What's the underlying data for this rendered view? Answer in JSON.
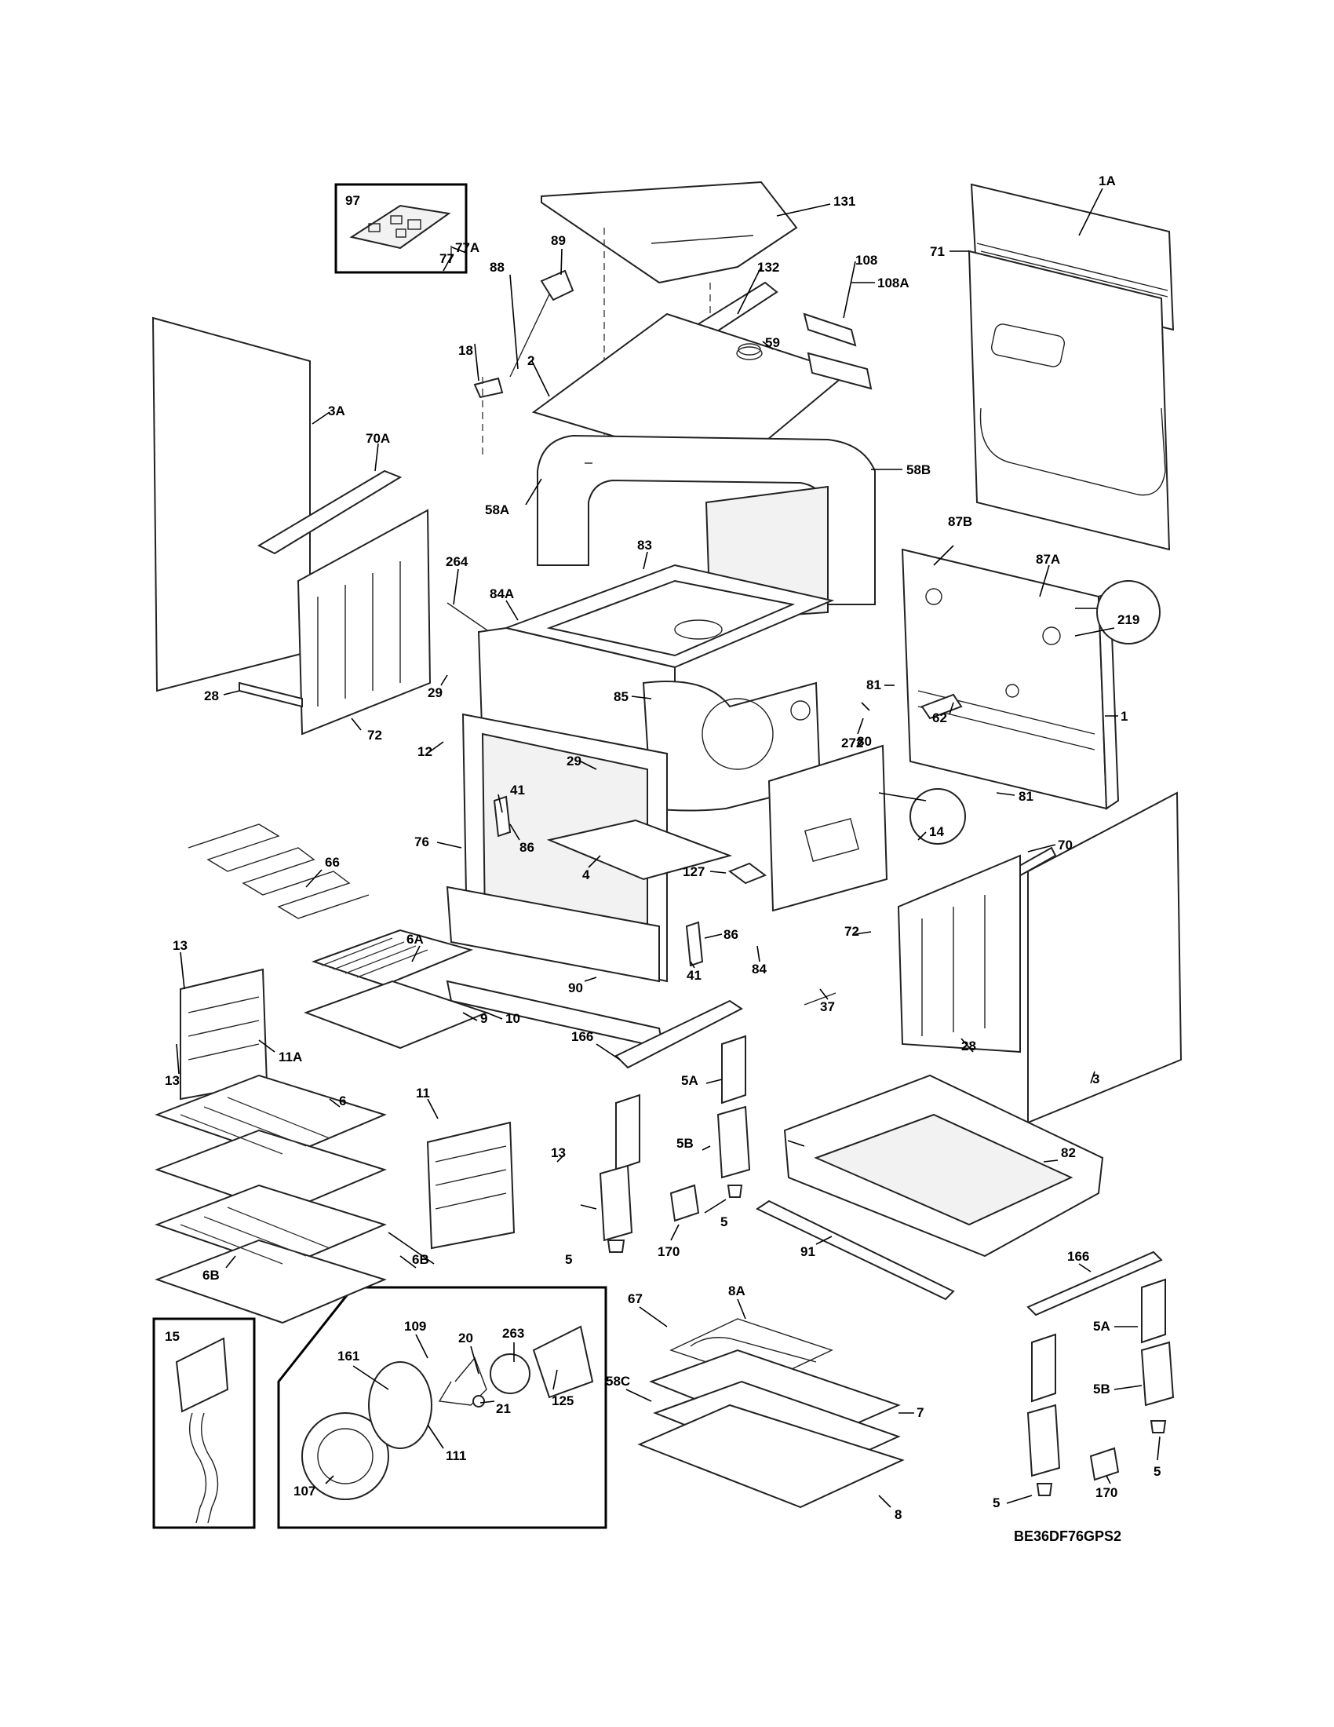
{
  "diagram": {
    "model_code": "BE36DF76GPS2",
    "part_labels": {
      "p97": "97",
      "p77A": "77A",
      "p77": "77",
      "p89": "89",
      "p88": "88",
      "p18": "18",
      "p2": "2",
      "p131": "131",
      "p132": "132",
      "p59": "59",
      "p108": "108",
      "p108A": "108A",
      "p1A": "1A",
      "p71": "71",
      "p3A": "3A",
      "p70A": "70A",
      "p58A": "58A",
      "p58B": "58B",
      "p83": "83",
      "p264": "264",
      "p84A": "84A",
      "p87B": "87B",
      "p87A": "87A",
      "p219": "219",
      "p81a": "81",
      "p85": "85",
      "p28a": "28",
      "p72a": "72",
      "p29a": "29",
      "p29b": "29",
      "p272": "272",
      "p80": "80",
      "p1": "1",
      "p62": "62",
      "p81b": "81",
      "p12": "12",
      "p14": "14",
      "p41a": "41",
      "p76": "76",
      "p86a": "86",
      "p70": "70",
      "p66": "66",
      "p127": "127",
      "p4": "4",
      "p6A": "6A",
      "p13a": "13",
      "p86b": "86",
      "p72b": "72",
      "p10": "10",
      "p84": "84",
      "p41b": "41",
      "p37": "37",
      "p90": "90",
      "p166a": "166",
      "p11A": "11A",
      "p9": "9",
      "p28b": "28",
      "p13b": "13",
      "p3": "3",
      "p5Aa": "5A",
      "p6": "6",
      "p11": "11",
      "p82": "82",
      "p13c": "13",
      "p5Ba": "5B",
      "p6Ba": "6B",
      "p5a": "5",
      "p170a": "170",
      "p5b": "5",
      "p91": "91",
      "p6Bb": "6B",
      "p8A": "8A",
      "p166b": "166",
      "p67": "67",
      "p15": "15",
      "p20": "20",
      "p263": "263",
      "p109": "109",
      "p161": "161",
      "p21": "21",
      "p125": "125",
      "p111": "111",
      "p58C": "58C",
      "p7": "7",
      "p5Ab": "5A",
      "p5Bb": "5B",
      "p107": "107",
      "p5c": "5",
      "p170b": "170",
      "p5d": "5",
      "p8": "8"
    }
  }
}
